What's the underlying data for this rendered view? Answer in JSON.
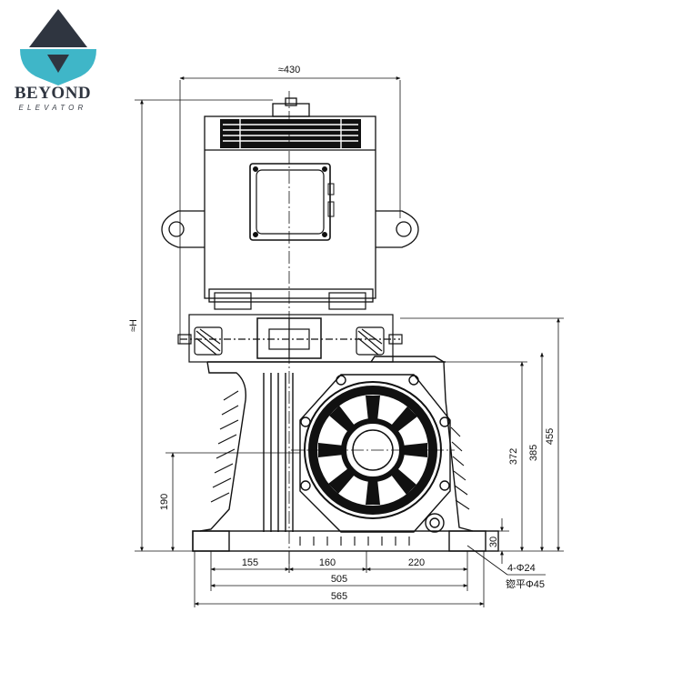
{
  "brand": {
    "name": "BEYOND",
    "tagline": "ELEVATOR",
    "colors": {
      "dark": "#2f3540",
      "accent": "#3fb6c8"
    }
  },
  "dimensions": {
    "top_width": "≈430",
    "height": "≈H",
    "base_left": "155",
    "base_mid": "160",
    "base_right": "220",
    "base_span": "505",
    "base_total": "565",
    "shaft_height": "190",
    "right_1": "372",
    "right_2": "385",
    "right_3": "455",
    "base_thickness": "30",
    "holes": "4-Φ24",
    "spot_face": "锪平Φ45"
  }
}
